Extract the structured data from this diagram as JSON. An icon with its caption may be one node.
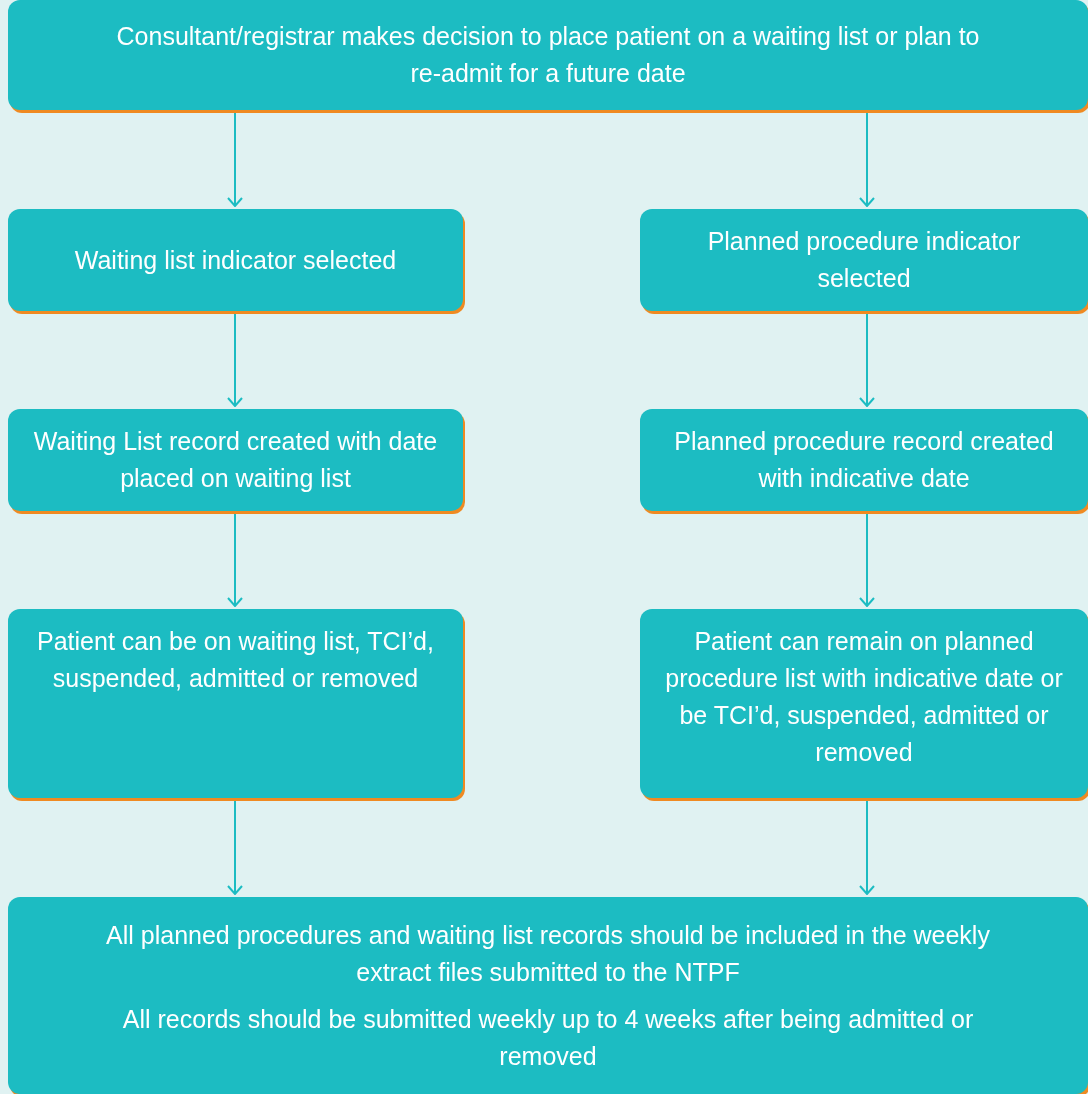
{
  "diagram": {
    "nodes": [
      {
        "text": [
          "Consultant/registrar makes decision to place patient on a waiting list or plan to re-admit for a future date"
        ]
      },
      {
        "text": [
          "Waiting list indicator selected"
        ]
      },
      {
        "text": [
          "Planned procedure indicator selected"
        ]
      },
      {
        "text": [
          "Waiting List record created with date placed on waiting list"
        ]
      },
      {
        "text": [
          "Planned procedure record created with indicative date"
        ]
      },
      {
        "text": [
          "Patient can be on waiting list, TCI’d, suspended, admitted or removed"
        ]
      },
      {
        "text": [
          "Patient can remain on planned procedure list with indicative date or be TCI’d, suspended, admitted or removed"
        ]
      },
      {
        "text": [
          "All planned procedures and waiting list records should be included in the weekly extract files submitted to the NTPF",
          "All records should be submitted weekly up to 4 weeks after being admitted or removed"
        ]
      }
    ],
    "edges": [
      {
        "from": 0,
        "to": 1,
        "arrow": "to"
      },
      {
        "from": 0,
        "to": 2,
        "arrow": "to"
      },
      {
        "from": 1,
        "to": 3,
        "arrow": "to"
      },
      {
        "from": 2,
        "to": 4,
        "arrow": "to"
      },
      {
        "from": 3,
        "to": 5,
        "arrow": "to"
      },
      {
        "from": 4,
        "to": 6,
        "arrow": "to"
      },
      {
        "from": 5,
        "to": 7,
        "arrow": "to"
      },
      {
        "from": 6,
        "to": 7,
        "arrow": "to"
      }
    ]
  }
}
